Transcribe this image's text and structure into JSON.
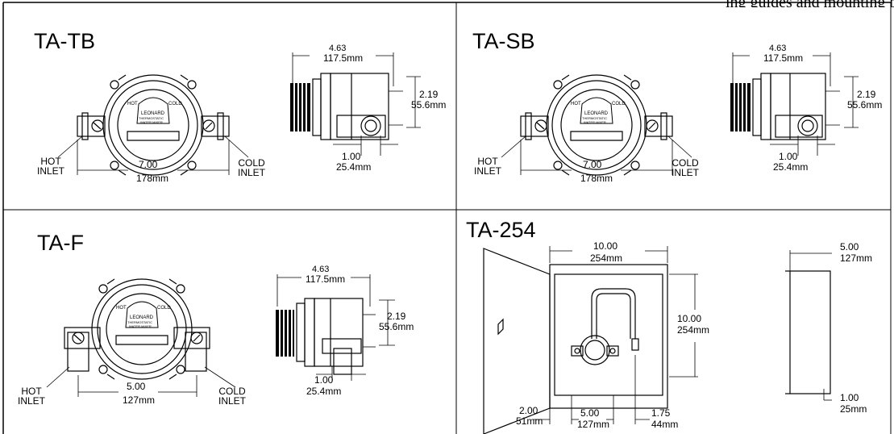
{
  "page_header_fragment": "ing guides and mounting plates",
  "panels": [
    {
      "title": "TA-TB",
      "front": {
        "hot_inlet": [
          "HOT",
          "INLET"
        ],
        "cold_inlet": [
          "COLD",
          "INLET"
        ],
        "width_in": "7.00",
        "width_mm": "178mm"
      },
      "side": {
        "length_in": "4.63",
        "length_mm": "117.5mm",
        "height_in": "2.19",
        "height_mm": "55.6mm",
        "offset_in": "1.00",
        "offset_mm": "25.4mm"
      },
      "mixer_label": [
        "HOT",
        "COLD",
        "LEONARD",
        "THERMOSTATIC",
        "WATER MIXER"
      ]
    },
    {
      "title": "TA-SB",
      "front": {
        "hot_inlet": [
          "HOT",
          "INLET"
        ],
        "cold_inlet": [
          "COLD",
          "INLET"
        ],
        "width_in": "7.00",
        "width_mm": "178mm"
      },
      "side": {
        "length_in": "4.63",
        "length_mm": "117.5mm",
        "height_in": "2.19",
        "height_mm": "55.6mm",
        "offset_in": "1.00",
        "offset_mm": "25.4mm"
      },
      "mixer_label": [
        "HOT",
        "COLD",
        "LEONARD",
        "THERMOSTATIC",
        "WATER MIXER"
      ]
    },
    {
      "title": "TA-F",
      "front": {
        "hot_inlet": [
          "HOT",
          "INLET"
        ],
        "cold_inlet": [
          "COLD",
          "INLET"
        ],
        "width_in": "5.00",
        "width_mm": "127mm"
      },
      "side": {
        "length_in": "4.63",
        "length_mm": "117.5mm",
        "height_in": "2.19",
        "height_mm": "55.6mm",
        "offset_in": "1.00",
        "offset_mm": "25.4mm"
      },
      "mixer_label": [
        "HOT",
        "COLD",
        "LEONARD",
        "THERMOSTATIC",
        "WATER MIXER"
      ]
    },
    {
      "title": "TA-254",
      "cabinet": {
        "width_in": "10.00",
        "width_mm": "254mm",
        "height_in": "10.00",
        "height_mm": "254mm",
        "door_in": "2.00",
        "door_mm": "51mm",
        "inner_in": "5.00",
        "inner_mm": "127mm",
        "offset_in": "1.75",
        "offset_mm": "44mm"
      },
      "side": {
        "depth_in": "5.00",
        "depth_mm": "127mm",
        "flange_in": "1.00",
        "flange_mm": "25mm"
      }
    }
  ]
}
